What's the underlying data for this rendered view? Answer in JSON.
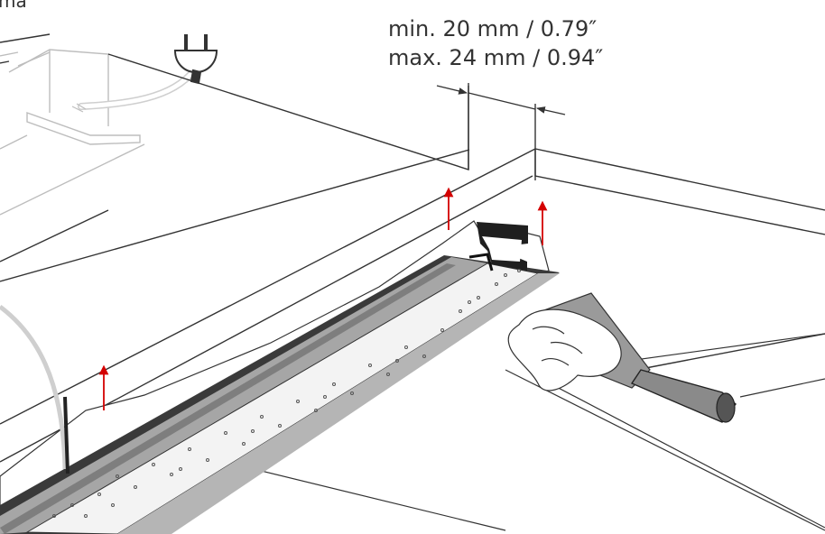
{
  "dimension": {
    "min_label": "min. 20 mm / 0.79″",
    "max_label": "max. 24 mm / 0.94″"
  },
  "cropped_text": "ma",
  "colors": {
    "outline": "#333333",
    "ghost_outline": "#bdbdbd",
    "profile_fill": "#a9a9a9",
    "profile_dark": "#808080",
    "lens_fill": "#f3f3f3",
    "arrow_red": "#d40000",
    "cable": "#d9d9d9"
  },
  "icons": {
    "plug": "power-plug-icon",
    "arrow": "pull-up-arrow",
    "spatula": "plaster-spatula",
    "rag": "cloth-rag"
  }
}
